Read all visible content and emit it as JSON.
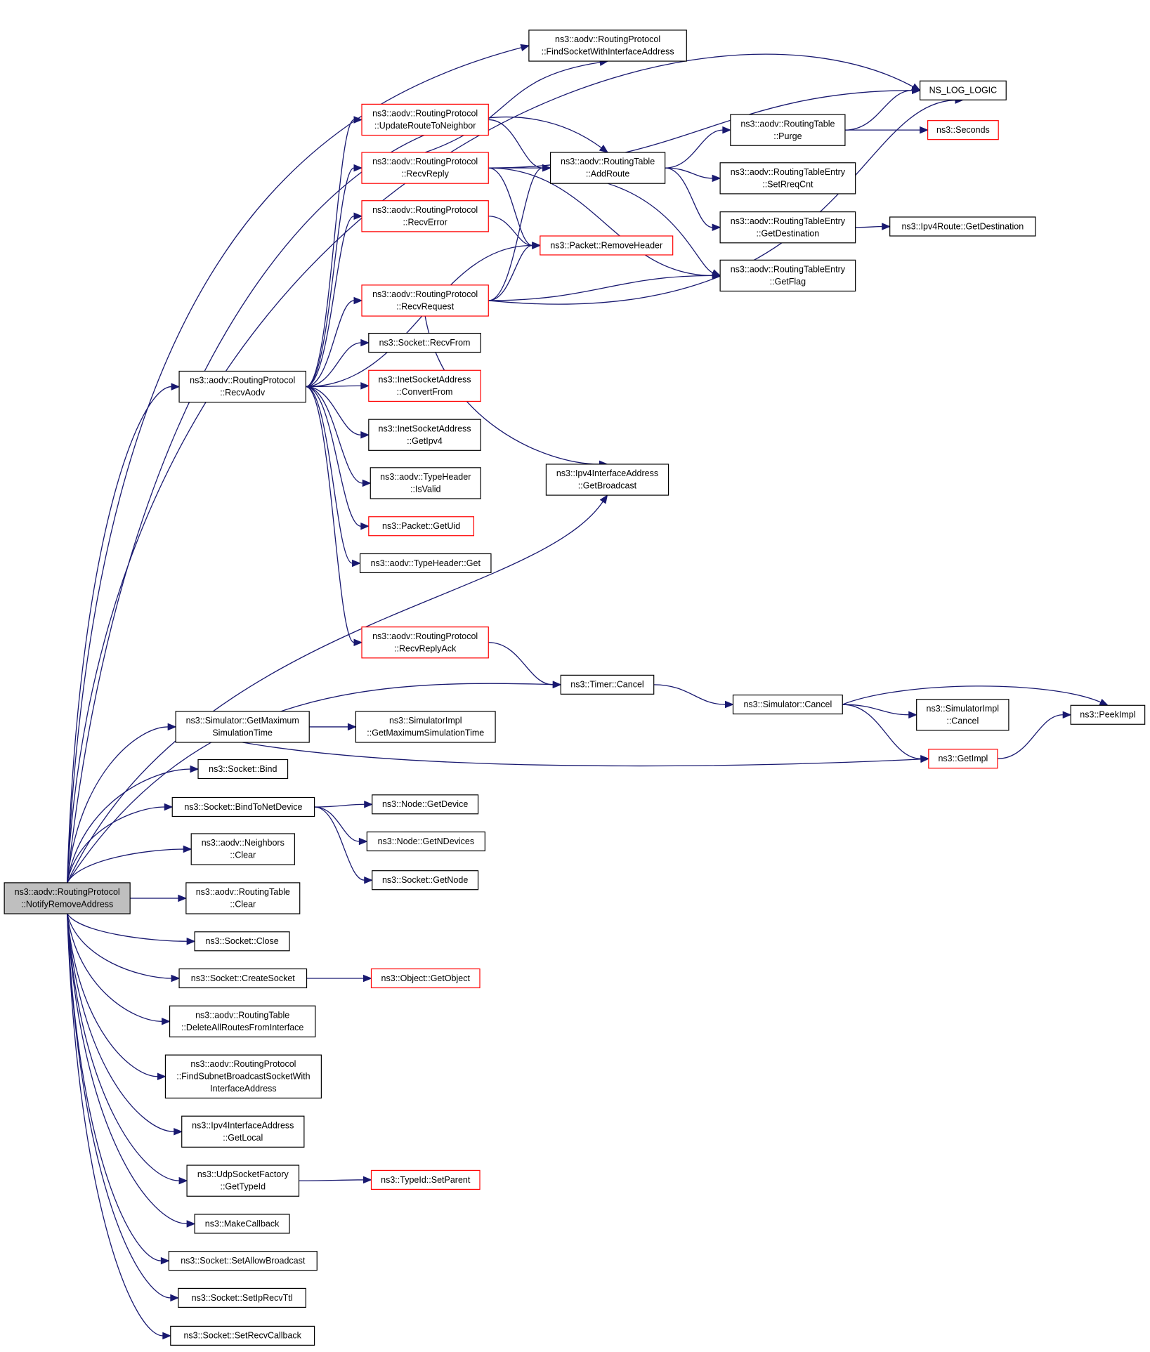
{
  "nodes": [
    {
      "id": "root",
      "lines": [
        "ns3::aodv::RoutingProtocol",
        "::NotifyRemoveAddress"
      ],
      "style": "root"
    },
    {
      "id": "nslog",
      "lines": [
        "NS_LOG_LOGIC"
      ],
      "style": "black"
    },
    {
      "id": "findsock",
      "lines": [
        "ns3::aodv::RoutingProtocol",
        "::FindSocketWithInterfaceAddress"
      ],
      "style": "black"
    },
    {
      "id": "updroute",
      "lines": [
        "ns3::aodv::RoutingProtocol",
        "::UpdateRouteToNeighbor"
      ],
      "style": "red"
    },
    {
      "id": "recvreply",
      "lines": [
        "ns3::aodv::RoutingProtocol",
        "::RecvReply"
      ],
      "style": "red"
    },
    {
      "id": "recverror",
      "lines": [
        "ns3::aodv::RoutingProtocol",
        "::RecvError"
      ],
      "style": "red"
    },
    {
      "id": "recvrequest",
      "lines": [
        "ns3::aodv::RoutingProtocol",
        "::RecvRequest"
      ],
      "style": "red"
    },
    {
      "id": "recvaodv",
      "lines": [
        "ns3::aodv::RoutingProtocol",
        "::RecvAodv"
      ],
      "style": "black"
    },
    {
      "id": "addroute",
      "lines": [
        "ns3::aodv::RoutingTable",
        "::AddRoute"
      ],
      "style": "black"
    },
    {
      "id": "purge",
      "lines": [
        "ns3::aodv::RoutingTable",
        "::Purge"
      ],
      "style": "black"
    },
    {
      "id": "seconds",
      "lines": [
        "ns3::Seconds"
      ],
      "style": "red"
    },
    {
      "id": "setrreq",
      "lines": [
        "ns3::aodv::RoutingTableEntry",
        "::SetRreqCnt"
      ],
      "style": "black"
    },
    {
      "id": "getdest",
      "lines": [
        "ns3::aodv::RoutingTableEntry",
        "::GetDestination"
      ],
      "style": "black"
    },
    {
      "id": "ipv4dest",
      "lines": [
        "ns3::Ipv4Route::GetDestination"
      ],
      "style": "black"
    },
    {
      "id": "removehdr",
      "lines": [
        "ns3::Packet::RemoveHeader"
      ],
      "style": "red"
    },
    {
      "id": "getflag",
      "lines": [
        "ns3::aodv::RoutingTableEntry",
        "::GetFlag"
      ],
      "style": "black"
    },
    {
      "id": "recvfrom",
      "lines": [
        "ns3::Socket::RecvFrom"
      ],
      "style": "black"
    },
    {
      "id": "convert",
      "lines": [
        "ns3::InetSocketAddress",
        "::ConvertFrom"
      ],
      "style": "red"
    },
    {
      "id": "getipv4",
      "lines": [
        "ns3::InetSocketAddress",
        "::GetIpv4"
      ],
      "style": "black"
    },
    {
      "id": "isvalid",
      "lines": [
        "ns3::aodv::TypeHeader",
        "::IsValid"
      ],
      "style": "black"
    },
    {
      "id": "getuid",
      "lines": [
        "ns3::Packet::GetUid"
      ],
      "style": "red"
    },
    {
      "id": "thget",
      "lines": [
        "ns3::aodv::TypeHeader::Get"
      ],
      "style": "black"
    },
    {
      "id": "getbcast",
      "lines": [
        "ns3::Ipv4InterfaceAddress",
        "::GetBroadcast"
      ],
      "style": "black"
    },
    {
      "id": "recvack",
      "lines": [
        "ns3::aodv::RoutingProtocol",
        "::RecvReplyAck"
      ],
      "style": "red"
    },
    {
      "id": "timercancel",
      "lines": [
        "ns3::Timer::Cancel"
      ],
      "style": "black"
    },
    {
      "id": "simcancel",
      "lines": [
        "ns3::Simulator::Cancel"
      ],
      "style": "black"
    },
    {
      "id": "simimplcancel",
      "lines": [
        "ns3::SimulatorImpl",
        "::Cancel"
      ],
      "style": "black"
    },
    {
      "id": "peekimpl",
      "lines": [
        "ns3::PeekImpl"
      ],
      "style": "black"
    },
    {
      "id": "getimpl",
      "lines": [
        "ns3::GetImpl"
      ],
      "style": "red"
    },
    {
      "id": "simgetmax",
      "lines": [
        "ns3::Simulator::GetMaximum",
        "SimulationTime"
      ],
      "style": "black"
    },
    {
      "id": "simimplgetmax",
      "lines": [
        "ns3::SimulatorImpl",
        "::GetMaximumSimulationTime"
      ],
      "style": "black"
    },
    {
      "id": "bind",
      "lines": [
        "ns3::Socket::Bind"
      ],
      "style": "black"
    },
    {
      "id": "bindnet",
      "lines": [
        "ns3::Socket::BindToNetDevice"
      ],
      "style": "black"
    },
    {
      "id": "getdevice",
      "lines": [
        "ns3::Node::GetDevice"
      ],
      "style": "black"
    },
    {
      "id": "getndev",
      "lines": [
        "ns3::Node::GetNDevices"
      ],
      "style": "black"
    },
    {
      "id": "getnode",
      "lines": [
        "ns3::Socket::GetNode"
      ],
      "style": "black"
    },
    {
      "id": "nbclear",
      "lines": [
        "ns3::aodv::Neighbors",
        "::Clear"
      ],
      "style": "black"
    },
    {
      "id": "rtclear",
      "lines": [
        "ns3::aodv::RoutingTable",
        "::Clear"
      ],
      "style": "black"
    },
    {
      "id": "close",
      "lines": [
        "ns3::Socket::Close"
      ],
      "style": "black"
    },
    {
      "id": "createsock",
      "lines": [
        "ns3::Socket::CreateSocket"
      ],
      "style": "black"
    },
    {
      "id": "getobject",
      "lines": [
        "ns3::Object::GetObject"
      ],
      "style": "red"
    },
    {
      "id": "delroutes",
      "lines": [
        "ns3::aodv::RoutingTable",
        "::DeleteAllRoutesFromInterface"
      ],
      "style": "black"
    },
    {
      "id": "findsubnet",
      "lines": [
        "ns3::aodv::RoutingProtocol",
        "::FindSubnetBroadcastSocketWith",
        "InterfaceAddress"
      ],
      "style": "black"
    },
    {
      "id": "getlocal",
      "lines": [
        "ns3::Ipv4InterfaceAddress",
        "::GetLocal"
      ],
      "style": "black"
    },
    {
      "id": "udptypeid",
      "lines": [
        "ns3::UdpSocketFactory",
        "::GetTypeId"
      ],
      "style": "black"
    },
    {
      "id": "setparent",
      "lines": [
        "ns3::TypeId::SetParent"
      ],
      "style": "red"
    },
    {
      "id": "makecb",
      "lines": [
        "ns3::MakeCallback"
      ],
      "style": "black"
    },
    {
      "id": "setallowbc",
      "lines": [
        "ns3::Socket::SetAllowBroadcast"
      ],
      "style": "black"
    },
    {
      "id": "setiprecv",
      "lines": [
        "ns3::Socket::SetIpRecvTtl"
      ],
      "style": "black"
    },
    {
      "id": "setrecvcb",
      "lines": [
        "ns3::Socket::SetRecvCallback"
      ],
      "style": "black"
    }
  ],
  "edges": [
    [
      "root",
      "nslog"
    ],
    [
      "root",
      "findsock"
    ],
    [
      "root",
      "addroute"
    ],
    [
      "root",
      "recvaodv"
    ],
    [
      "root",
      "getbcast"
    ],
    [
      "root",
      "timercancel"
    ],
    [
      "root",
      "simgetmax"
    ],
    [
      "root",
      "bind"
    ],
    [
      "root",
      "bindnet"
    ],
    [
      "root",
      "nbclear"
    ],
    [
      "root",
      "rtclear"
    ],
    [
      "root",
      "close"
    ],
    [
      "root",
      "createsock"
    ],
    [
      "root",
      "delroutes"
    ],
    [
      "root",
      "findsubnet"
    ],
    [
      "root",
      "getlocal"
    ],
    [
      "root",
      "udptypeid"
    ],
    [
      "root",
      "makecb"
    ],
    [
      "root",
      "setallowbc"
    ],
    [
      "root",
      "setiprecv"
    ],
    [
      "root",
      "setrecvcb"
    ],
    [
      "recvaodv",
      "updroute"
    ],
    [
      "recvaodv",
      "recvreply"
    ],
    [
      "recvaodv",
      "recverror"
    ],
    [
      "recvaodv",
      "removehdr"
    ],
    [
      "recvaodv",
      "recvrequest"
    ],
    [
      "recvaodv",
      "recvfrom"
    ],
    [
      "recvaodv",
      "convert"
    ],
    [
      "recvaodv",
      "getipv4"
    ],
    [
      "recvaodv",
      "isvalid"
    ],
    [
      "recvaodv",
      "getuid"
    ],
    [
      "recvaodv",
      "thget"
    ],
    [
      "recvaodv",
      "recvack"
    ],
    [
      "updroute",
      "addroute"
    ],
    [
      "recvreply",
      "findsock"
    ],
    [
      "recvreply",
      "nslog"
    ],
    [
      "recvreply",
      "addroute"
    ],
    [
      "recvreply",
      "removehdr"
    ],
    [
      "recvreply",
      "getflag"
    ],
    [
      "recverror",
      "removehdr"
    ],
    [
      "recvrequest",
      "addroute"
    ],
    [
      "recvrequest",
      "removehdr"
    ],
    [
      "recvrequest",
      "getflag"
    ],
    [
      "recvrequest",
      "nslog"
    ],
    [
      "recvrequest",
      "getbcast"
    ],
    [
      "addroute",
      "purge"
    ],
    [
      "addroute",
      "setrreq"
    ],
    [
      "addroute",
      "getdest"
    ],
    [
      "addroute",
      "getflag"
    ],
    [
      "purge",
      "nslog"
    ],
    [
      "purge",
      "seconds"
    ],
    [
      "getdest",
      "ipv4dest"
    ],
    [
      "recvack",
      "timercancel"
    ],
    [
      "timercancel",
      "simcancel"
    ],
    [
      "simcancel",
      "peekimpl"
    ],
    [
      "simcancel",
      "simimplcancel"
    ],
    [
      "simcancel",
      "getimpl"
    ],
    [
      "getimpl",
      "peekimpl"
    ],
    [
      "simgetmax",
      "simimplgetmax"
    ],
    [
      "simgetmax",
      "getimpl"
    ],
    [
      "bindnet",
      "getdevice"
    ],
    [
      "bindnet",
      "getndev"
    ],
    [
      "bindnet",
      "getnode"
    ],
    [
      "createsock",
      "getobject"
    ],
    [
      "udptypeid",
      "setparent"
    ]
  ]
}
